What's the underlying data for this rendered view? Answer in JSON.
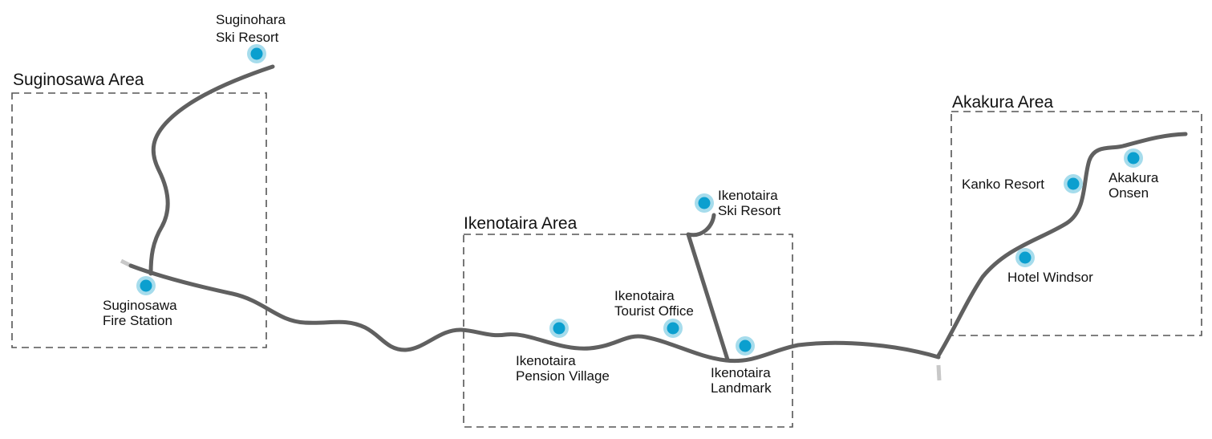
{
  "areas": {
    "suginosawa": "Suginosawa Area",
    "ikenotaira": "Ikenotaira Area",
    "akakura": "Akakura Area"
  },
  "stops": {
    "suginohara_ski_resort": [
      "Suginohara",
      "Ski Resort"
    ],
    "suginosawa_fire_station": [
      "Suginosawa",
      "Fire Station"
    ],
    "ikenotaira_pension_village": [
      "Ikenotaira",
      "Pension Village"
    ],
    "ikenotaira_tourist_office": [
      "Ikenotaira",
      "Tourist Office"
    ],
    "ikenotaira_landmark": [
      "Ikenotaira",
      "Landmark"
    ],
    "ikenotaira_ski_resort": [
      "Ikenotaira",
      "Ski Resort"
    ],
    "hotel_windsor": [
      "Hotel Windsor"
    ],
    "kanko_resort": [
      "Kanko Resort"
    ],
    "akakura_onsen": [
      "Akakura",
      "Onsen"
    ]
  },
  "colors": {
    "road": "#606060",
    "stop": "#0b9fcf",
    "stop_halo": "#a6dcec",
    "area_border": "#555555"
  }
}
